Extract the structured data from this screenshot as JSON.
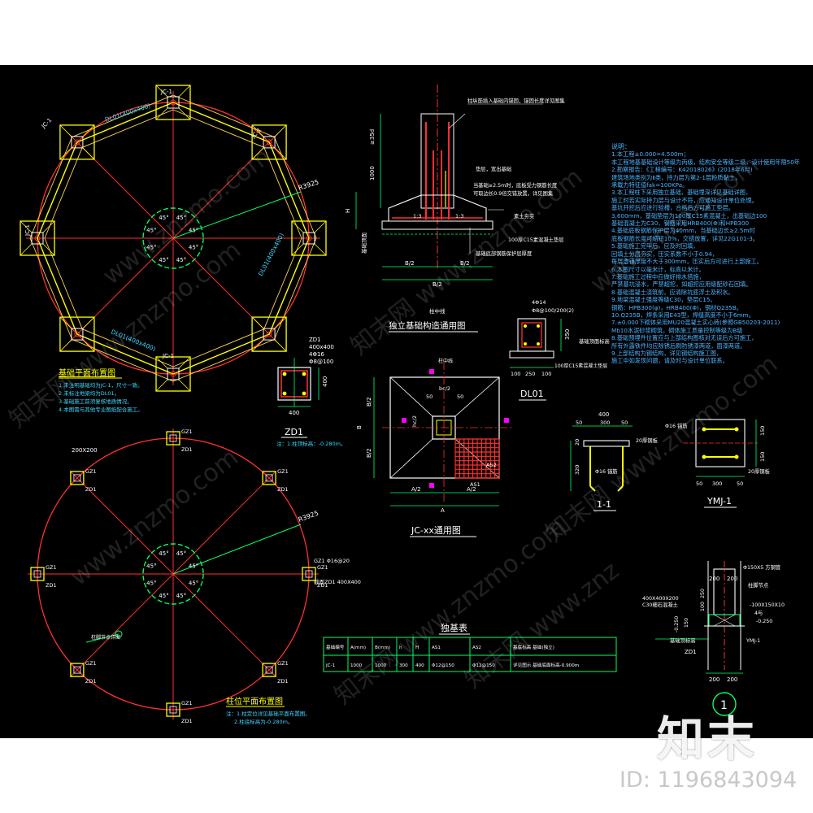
{
  "plan1": {
    "title": "基础平面布置图",
    "notes": [
      "1.未注明基础均为JC-1，尺寸一致。",
      "2.未标注地梁均为DL01。",
      "3.基础施工前须复核地质情况。",
      "4.本图需与其他专业图纸配合施工。"
    ],
    "tags": [
      "JC-1",
      "JC-1",
      "JC-1",
      "JC-1",
      "JC-1"
    ],
    "beam_tag": "DL01(400x400)",
    "radius_label": "R3925",
    "angle": "45°"
  },
  "plan2": {
    "title": "柱位平面布置图",
    "notes": [
      "注：1.柱定位详见基础平面布置图。",
      "2.柱底标高为-0.280m。"
    ],
    "col_tag": "ZD1",
    "col_ref": "GZ1",
    "radius_label": "R3925",
    "angle": "45°",
    "callout1": "GZ1 Φ16@20",
    "callout2": "截面ZD1 400X400",
    "dim": "200X200",
    "leader": "柱脚节点详图"
  },
  "zd1": {
    "title": "ZD1",
    "spec1": "ZD1",
    "spec2": "400x400",
    "spec3": "4Φ16",
    "spec4": "Φ8@100",
    "width": "400",
    "height": "400",
    "note": "注：1.柱顶标高：-0.280m。"
  },
  "section": {
    "title": "独立基础构造通用图",
    "note1": "柱纵筋插入基础内锚固，锚固长度详见图集",
    "note2": "垫层，宽出基础",
    "note3": "当基础≥2.5m时，底板受力钢筋长度",
    "note4": "可取边长0.9倍交错放置，详见图集",
    "note5": "素土夯实",
    "note6": "100厚C15素混凝土垫层",
    "note7": "基础底部钢筋保护层厚度",
    "top_dim": "≥35d",
    "h1": "1000",
    "h": "H",
    "b_half_l": "B/2",
    "b_half_r": "B/2",
    "b": "B/2",
    "col": "柱中线",
    "slope_l": "1:3",
    "slope_r": "1:3",
    "left_lbl": "基础顶面"
  },
  "plan_jc": {
    "title": "JC-xx通用图",
    "b_top": "B/2",
    "b_bot": "B/2",
    "a_left": "A/2",
    "a_right": "A/2",
    "a": "A",
    "b": "B",
    "dim50a": "50",
    "dim50b": "50",
    "bc": "bc/2",
    "hc": "hc/2",
    "as1": "AS1",
    "as2": "AS2",
    "center": "柱中线"
  },
  "dl01": {
    "title": "DL01",
    "top1": "4Φ14",
    "top2": "Φ8@100/200(2)",
    "h": "350",
    "w1": "100",
    "w2": "250",
    "w3": "100",
    "note": "100厚C15素混凝土垫层",
    "side": "基础顶面标高"
  },
  "sec11": {
    "title": "1-1",
    "top": "400",
    "d1": "50",
    "d2": "300",
    "d3": "50",
    "h1": "20",
    "h2": "320",
    "bar": "Φ16 锚筋",
    "plate": "20厚钢板"
  },
  "ymj": {
    "title": "YMJ-1",
    "bar": "Φ16 锚筋",
    "d1": "150",
    "d2": "150",
    "b1": "50",
    "b2": "300",
    "b3": "50",
    "plate": "20厚钢板"
  },
  "node": {
    "num": "1",
    "top1": "200",
    "top2": "200",
    "bot1": "200",
    "bot2": "200",
    "pipe": "Φ150X5 方钢管",
    "plate": "-100X150X10",
    "weld": "4与",
    "level": "-0.250",
    "left1": "400X400X200",
    "left2": "C30细石混凝土",
    "col": "ZD1",
    "anchor": "YMJ-1",
    "h1": "250",
    "h2": "100",
    "h3": "150",
    "h4": "-0.250",
    "tag": "柱脚节点",
    "base": "基础顶标高"
  },
  "table": {
    "title": "独基表",
    "headers": [
      "基础编号",
      "A(mm)",
      "B(mm)",
      "h",
      "H",
      "AS1",
      "AS2",
      "基底标高 基础(独立)"
    ],
    "rows": [
      [
        "JC-1",
        "1000",
        "1000",
        "300",
        "400",
        "Φ12@150",
        "Φ12@150",
        "详见图示 基础底面标高-0.900m"
      ]
    ]
  },
  "notes": {
    "title": "说明：",
    "lines": [
      "1.本工程±0.000=4.500m；",
      "本工程地基基础设计等级为丙级，结构安全等级二级，设计使用年限50年",
      "2.勘察报告：《工程编号：K42018026》(2018年6月)",
      "建筑场地类别为Ⅱ类，持力层为第2-1层粉质黏土，",
      "承载力特征值fak=100KPa。",
      "3.本工程柱下采用独立基础，基础埋深详见基础详图，",
      "施工时若实际持力层与设计不符，应通知设计单位处理。",
      "基坑开挖后应进行验槽，合格后方可施工垫层。",
      "3,600mm，基础垫层为100厚C15素混凝土，出基础边100",
      "基础混凝土为C30，钢筋采用HRB400(Φ)和HPB300",
      "4.基础底板钢筋保护层为40mm，当基础边长≥2.5m时",
      "底板钢筋长度可缩短10%，交错放置，详见22G101-3。",
      "5.基础施工完毕后，应及时回填，",
      "回填土分层夯实，压实系数不小于0.94，",
      "每层虚铺厚度不大于300mm，压实后方可进行上部施工。",
      "6.本图尺寸以毫米计，标高以米计。",
      "7.基础施工过程中应做好排水措施，",
      "严禁基坑浸水，严禁超挖，如超挖应用级配砂石回填。",
      "8.基础混凝土浇筑前，应清除坑底浮土及积水。",
      "9.地梁混凝土强度等级C30，垫层C15。",
      "钢筋：HPB300(φ)，HRB400(Φ)，钢材Q235B。",
      "10.Q235B，焊条采用E43型，焊缝高度不小于6mm。",
      "7.±0.000下砌体采用MU20混凝土实心砖(参照GB50203-2011)",
      "Mb10水泥砂浆砌筑，砌体施工质量控制等级为B级",
      "8.基础预埋件位置应与上部结构图核对无误后方可施工，",
      "所有外露铁件均应除锈后刷防锈漆两道，面漆两道。",
      "9.上部结构为钢结构，详见钢结构施工图，",
      "施工中如发现问题，请及时与设计单位联系。"
    ]
  },
  "watermarks": [
    "www.znzmo.com",
    "知末网 www.znzmo.com",
    "www.znzmo.com",
    "知末网 www.znzmo.com",
    "知末网 www.znz",
    "知末网 www.znzmo.com",
    "www.znzmo.com",
    "知末网 www.znzmo.com"
  ],
  "logo": "知末",
  "image_id": "ID: 1196843094"
}
